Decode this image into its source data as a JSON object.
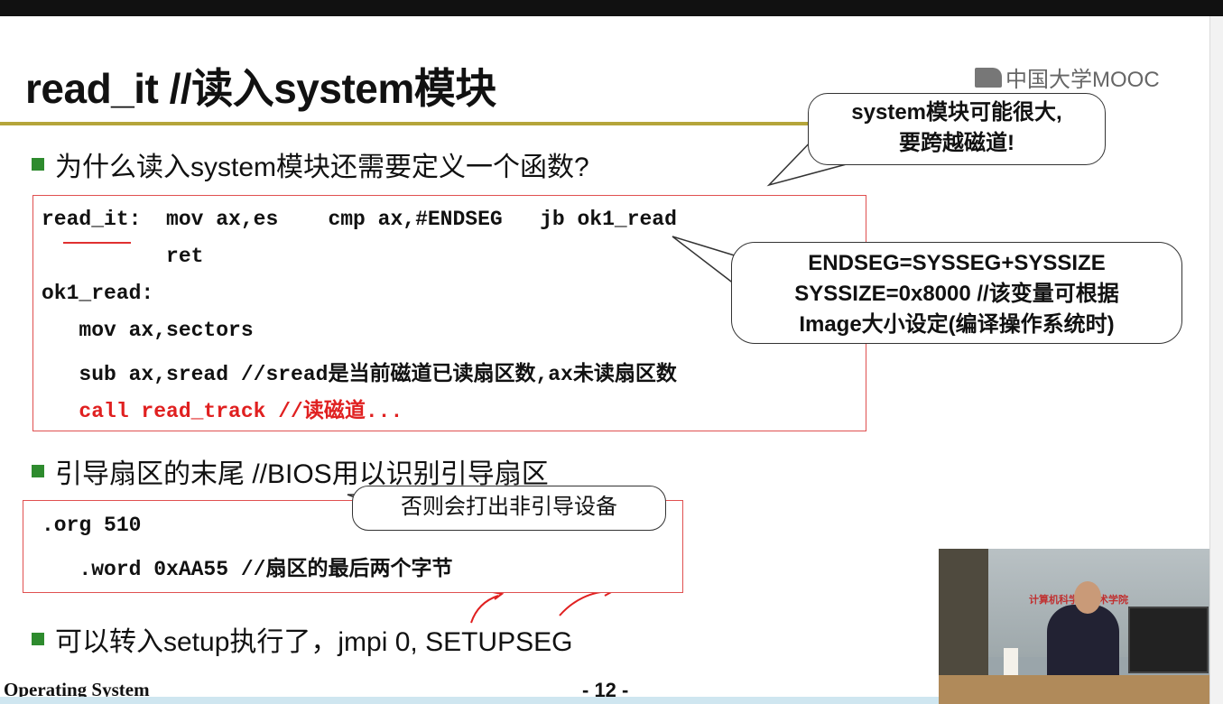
{
  "slide": {
    "title": "read_it //读入system模块",
    "logo": "中国大学MOOC"
  },
  "bullets": {
    "b1": "为什么读入system模块还需要定义一个函数?",
    "b2": "引导扇区的末尾  //BIOS用以识别引导扇区",
    "b3": "可以转入setup执行了，jmpi 0, SETUPSEG"
  },
  "code1": {
    "l1": "read_it:  mov ax,es    cmp ax,#ENDSEG   jb ok1_read",
    "l2": "          ret",
    "l3": "ok1_read:",
    "l4": "   mov ax,sectors",
    "l5": "   sub ax,sread //sread是当前磁道已读扇区数,ax未读扇区数",
    "l6": "   call read_track //读磁道..."
  },
  "code2": {
    "l1": ".org 510",
    "l2": "   .word 0xAA55 //扇区的最后两个字节"
  },
  "callouts": {
    "c1_line1": "system模块可能很大,",
    "c1_line2": "要跨越磁道!",
    "c2_line1": "ENDSEG=SYSSEG+SYSSIZE",
    "c2_line2": "SYSSIZE=0x8000 //该变量可根据",
    "c2_line3": "Image大小设定(编译操作系统时)",
    "c3": "否则会打出非引导设备"
  },
  "footer": {
    "course": "Operating System",
    "page": "- 12 -"
  },
  "video": {
    "sign": "计算机科学与技术学院"
  },
  "colors": {
    "title_rule": "#b5a53a",
    "bullet": "#2e8b2e",
    "box_border": "#e05050",
    "highlight_code": "#e02020"
  }
}
